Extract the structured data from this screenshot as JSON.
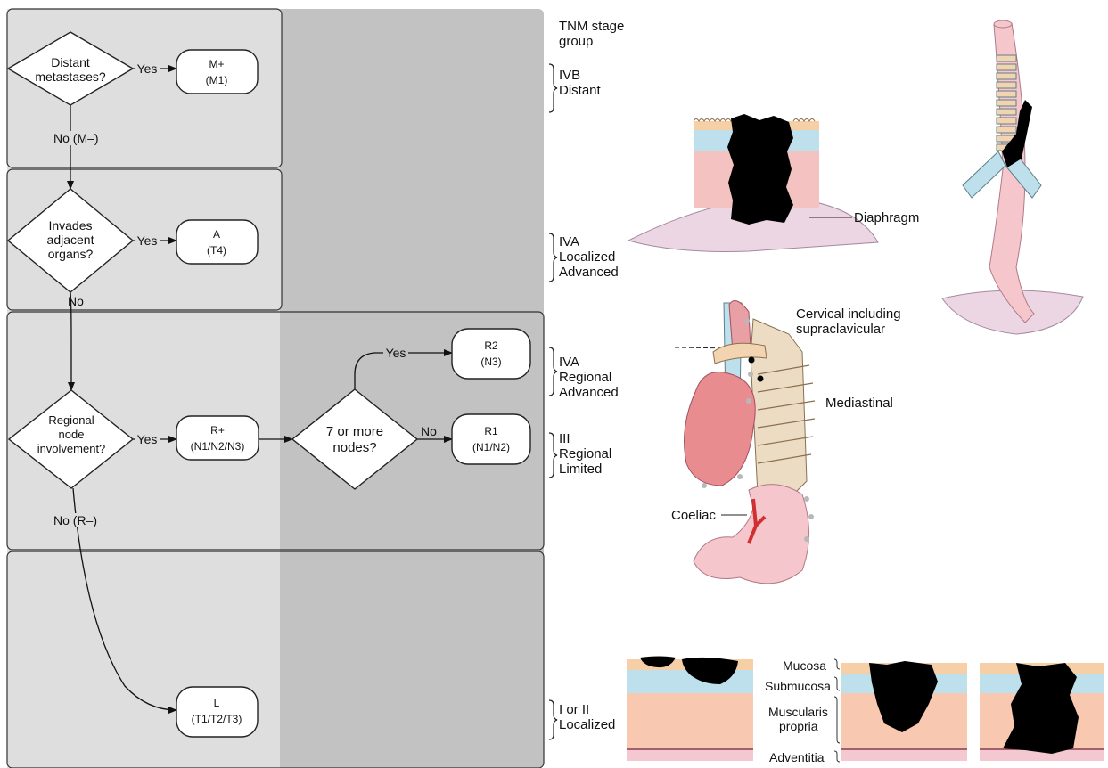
{
  "stage_header": [
    "TNM stage",
    "group"
  ],
  "stage_groups": [
    [
      "IVB",
      "Distant"
    ],
    [
      "IVA",
      "Localized",
      "Advanced"
    ],
    [
      "IVA",
      "Regional",
      "Advanced"
    ],
    [
      "III",
      "Regional",
      "Limited"
    ],
    [
      "I or II",
      "Localized"
    ]
  ],
  "decisions": {
    "metastases": [
      "Distant",
      "metastases?"
    ],
    "adjacent": [
      "Invades",
      "adjacent",
      "organs?"
    ],
    "node": [
      "Regional",
      "node",
      "involvement?"
    ],
    "count": [
      "7 or more",
      "nodes?"
    ]
  },
  "outcomes": {
    "m_plus": [
      "M+",
      "(M1)"
    ],
    "a": [
      "A",
      "(T4)"
    ],
    "r_plus": [
      "R+",
      "(N1/N2/N3)"
    ],
    "r2": [
      "R2",
      "(N3)"
    ],
    "r1": [
      "R1",
      "(N1/N2)"
    ],
    "l": [
      "L",
      "(T1/T2/T3)"
    ]
  },
  "edge_labels": {
    "yes": "Yes",
    "no": "No",
    "no_m": "No (M–)",
    "no_r": "No (R–)"
  },
  "anatomy_labels": {
    "diaphragm": "Diaphragm",
    "cervical": [
      "Cervical including",
      "supraclavicular"
    ],
    "mediastinal": "Mediastinal",
    "coeliac": "Coeliac",
    "mucosa": "Mucosa",
    "submucosa": "Submucosa",
    "muscularis": [
      "Muscularis",
      "propria"
    ],
    "adventitia": "Adventitia"
  }
}
